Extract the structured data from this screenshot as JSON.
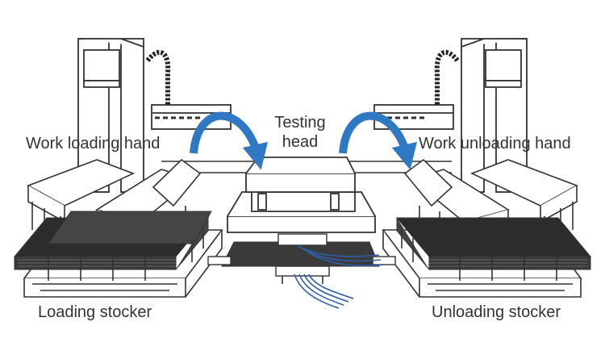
{
  "labels": {
    "work_loading_hand": "Work loading hand",
    "testing_head_line1": "Testing",
    "testing_head_line2": "head",
    "work_unloading_hand": "Work unloading hand",
    "loading_stocker": "Loading stocker",
    "unloading_stocker": "Unloading stocker"
  },
  "colors": {
    "line": "#333333",
    "arrow": "#2f78c4",
    "tray": "#3a3a3a",
    "cable": "#2f5fa8",
    "label": "#333333"
  }
}
